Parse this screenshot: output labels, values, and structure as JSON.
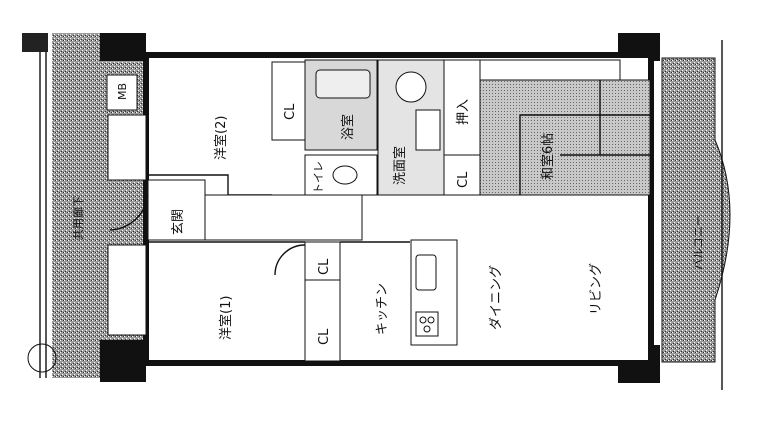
{
  "rooms": {
    "western_room_2": "洋室(2)",
    "western_room_1": "洋室(1)",
    "entrance": "玄関",
    "meter_box": "MB",
    "common_corridor": "共用廊下",
    "closet": "CL",
    "bathroom": "浴室",
    "washroom": "洗面室",
    "toilet": "トイレ",
    "oshiire": "押入",
    "japanese_room": "和室6帖",
    "kitchen": "キッチン",
    "dining": "ダイニング",
    "living": "リビング",
    "balcony": "バルコニー"
  },
  "colors": {
    "wall": "#111111",
    "hatch": "#8a8a8a",
    "paper": "#ffffff"
  }
}
